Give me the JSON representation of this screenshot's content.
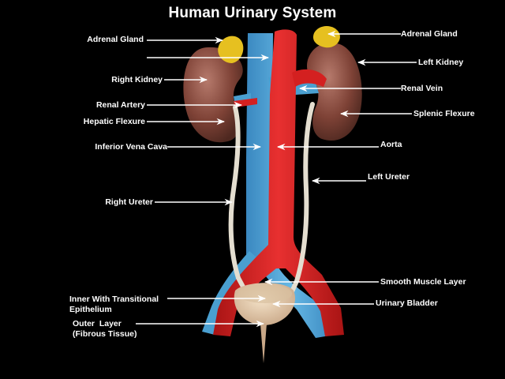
{
  "title": "Human Urinary System",
  "labels": {
    "adrenal_gland_left": "Adrenal Gland",
    "adrenal_gland_right": "Adrenal Gland",
    "right_kidney": "Right Kidney",
    "left_kidney": "Left Kidney",
    "renal_vein": "Renal Vein",
    "renal_artery": "Renal Artery",
    "hepatic_flexure": "Hepatic Flexure",
    "splenic_flexure": "Splenic Flexure",
    "inferior_vena_cava": "Inferior Vena Cava",
    "aorta": "Aorta",
    "left_ureter": "Left Ureter",
    "right_ureter": "Right Ureter",
    "smooth_muscle_layer": "Smooth Muscle Layer",
    "inner_epithelium_line1": "Inner With Transitional",
    "inner_epithelium_line2": "Epithelium",
    "urinary_bladder": "Urinary Bladder",
    "outer_layer_line1": "Outer  Layer",
    "outer_layer_line2": "(Fibrous Tissue)"
  },
  "colors": {
    "background": "#000000",
    "artery": "#d42020",
    "vein": "#4a9fd0",
    "kidney": "#8a4a3e",
    "adrenal": "#e8c020",
    "ureter": "#e6e0d0",
    "bladder": "#e8cfb0",
    "arrow": "#ffffff"
  }
}
